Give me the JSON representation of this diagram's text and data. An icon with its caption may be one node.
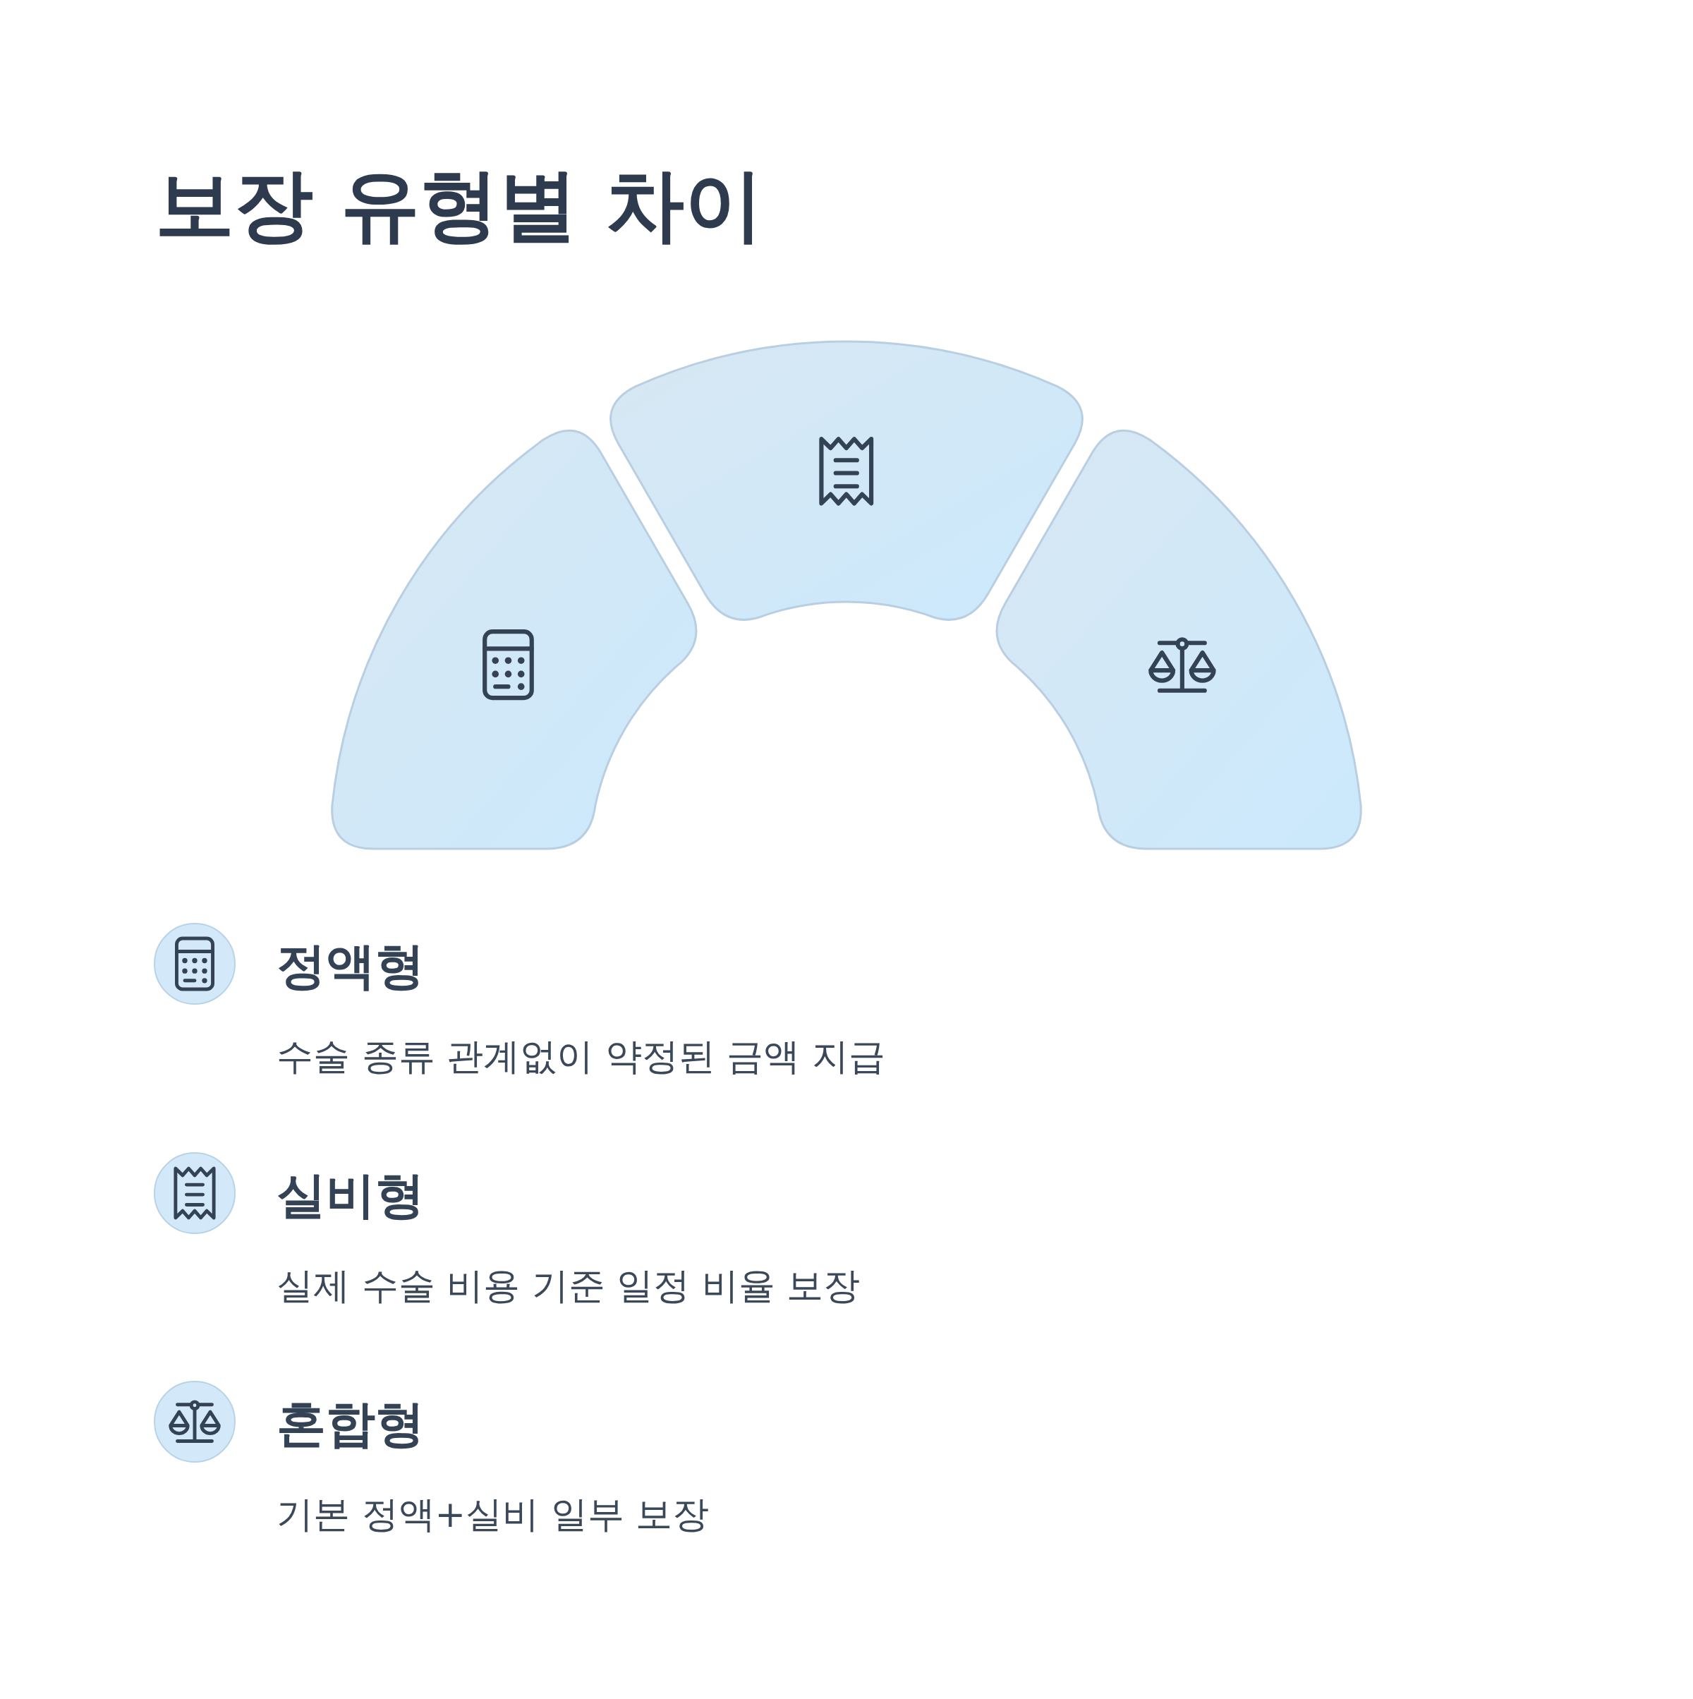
{
  "diagram": {
    "title": "보장 유형별 차이",
    "labels": [
      "정액형",
      "수술 종류 관계없이 약정된 금액 지급",
      "실비형",
      "실제 수술 비용 기준 일정 비율 보장",
      "혼합형",
      "기본 정액+실비 일부 보장"
    ]
  }
}
